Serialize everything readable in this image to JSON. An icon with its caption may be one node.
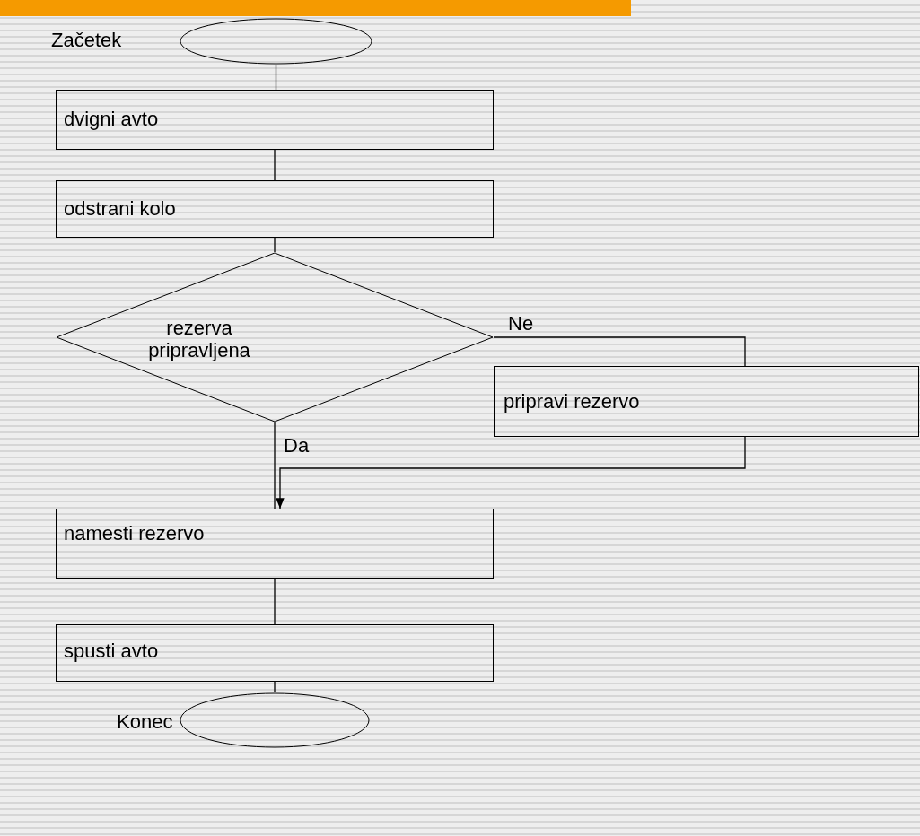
{
  "diagram": {
    "nodes": [
      {
        "text": [
          "Začetek"
        ]
      },
      {
        "text": [
          "dvigni avto"
        ]
      },
      {
        "text": [
          "odstrani kolo"
        ]
      },
      {
        "text": [
          "rezerva pripravljena"
        ]
      },
      {
        "text": [
          "pripravi rezervo"
        ]
      },
      {
        "text": [
          "namesti rezervo"
        ]
      },
      {
        "text": [
          "spusti avto"
        ]
      },
      {
        "text": [
          "Konec"
        ]
      }
    ],
    "edges": [
      {
        "from": 0,
        "to": 1,
        "arrow": "none"
      },
      {
        "from": 1,
        "to": 2,
        "arrow": "none"
      },
      {
        "from": 2,
        "to": 3,
        "arrow": "none"
      },
      {
        "from": 3,
        "to": 4,
        "arrow": "none",
        "label": "Ne"
      },
      {
        "from": 4,
        "to": 5,
        "arrow": "to"
      },
      {
        "from": 3,
        "to": 5,
        "arrow": "none",
        "label": "Da"
      },
      {
        "from": 5,
        "to": 6,
        "arrow": "none"
      },
      {
        "from": 6,
        "to": 7,
        "arrow": "none"
      }
    ]
  }
}
